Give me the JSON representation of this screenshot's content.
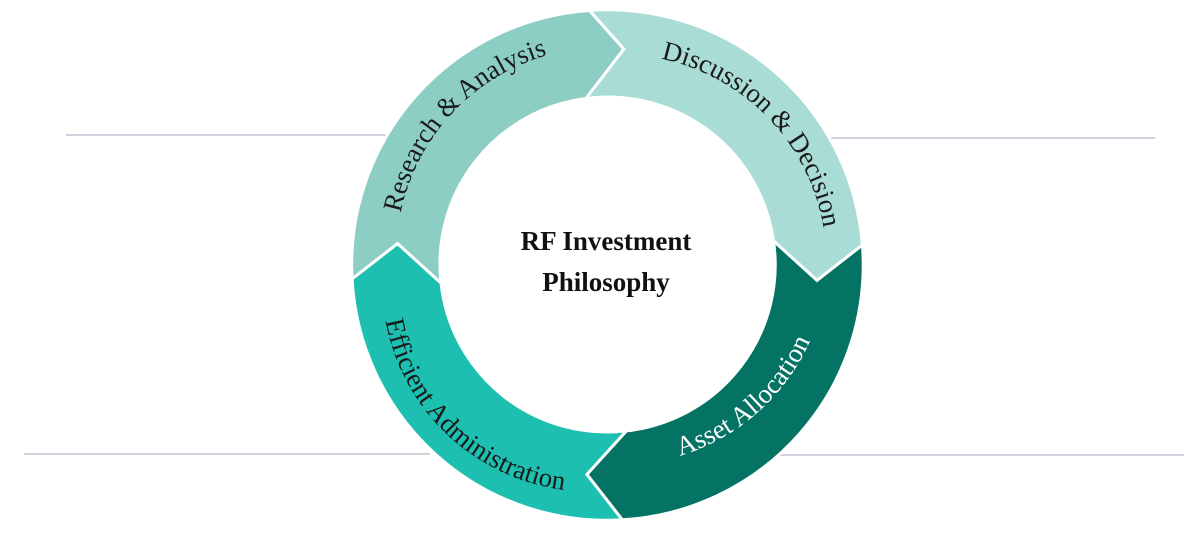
{
  "diagram": {
    "center_label": {
      "line1": "RF Investment",
      "line2": "Philosophy"
    },
    "segments": [
      {
        "label": "Research & Analysis",
        "color": "#8ccdc4",
        "text_color": "#1a1a1a"
      },
      {
        "label": "Discussion & Decision",
        "color": "#a9dcd5",
        "text_color": "#1a1a1a"
      },
      {
        "label": "Asset Allocation",
        "color": "#047363",
        "text_color": "#ffffff"
      },
      {
        "label": "Efficient Administration",
        "color": "#1cbfb0",
        "text_color": "#1a1a1a"
      }
    ],
    "divider_color": "#cfd4dc",
    "background": "#ffffff"
  }
}
